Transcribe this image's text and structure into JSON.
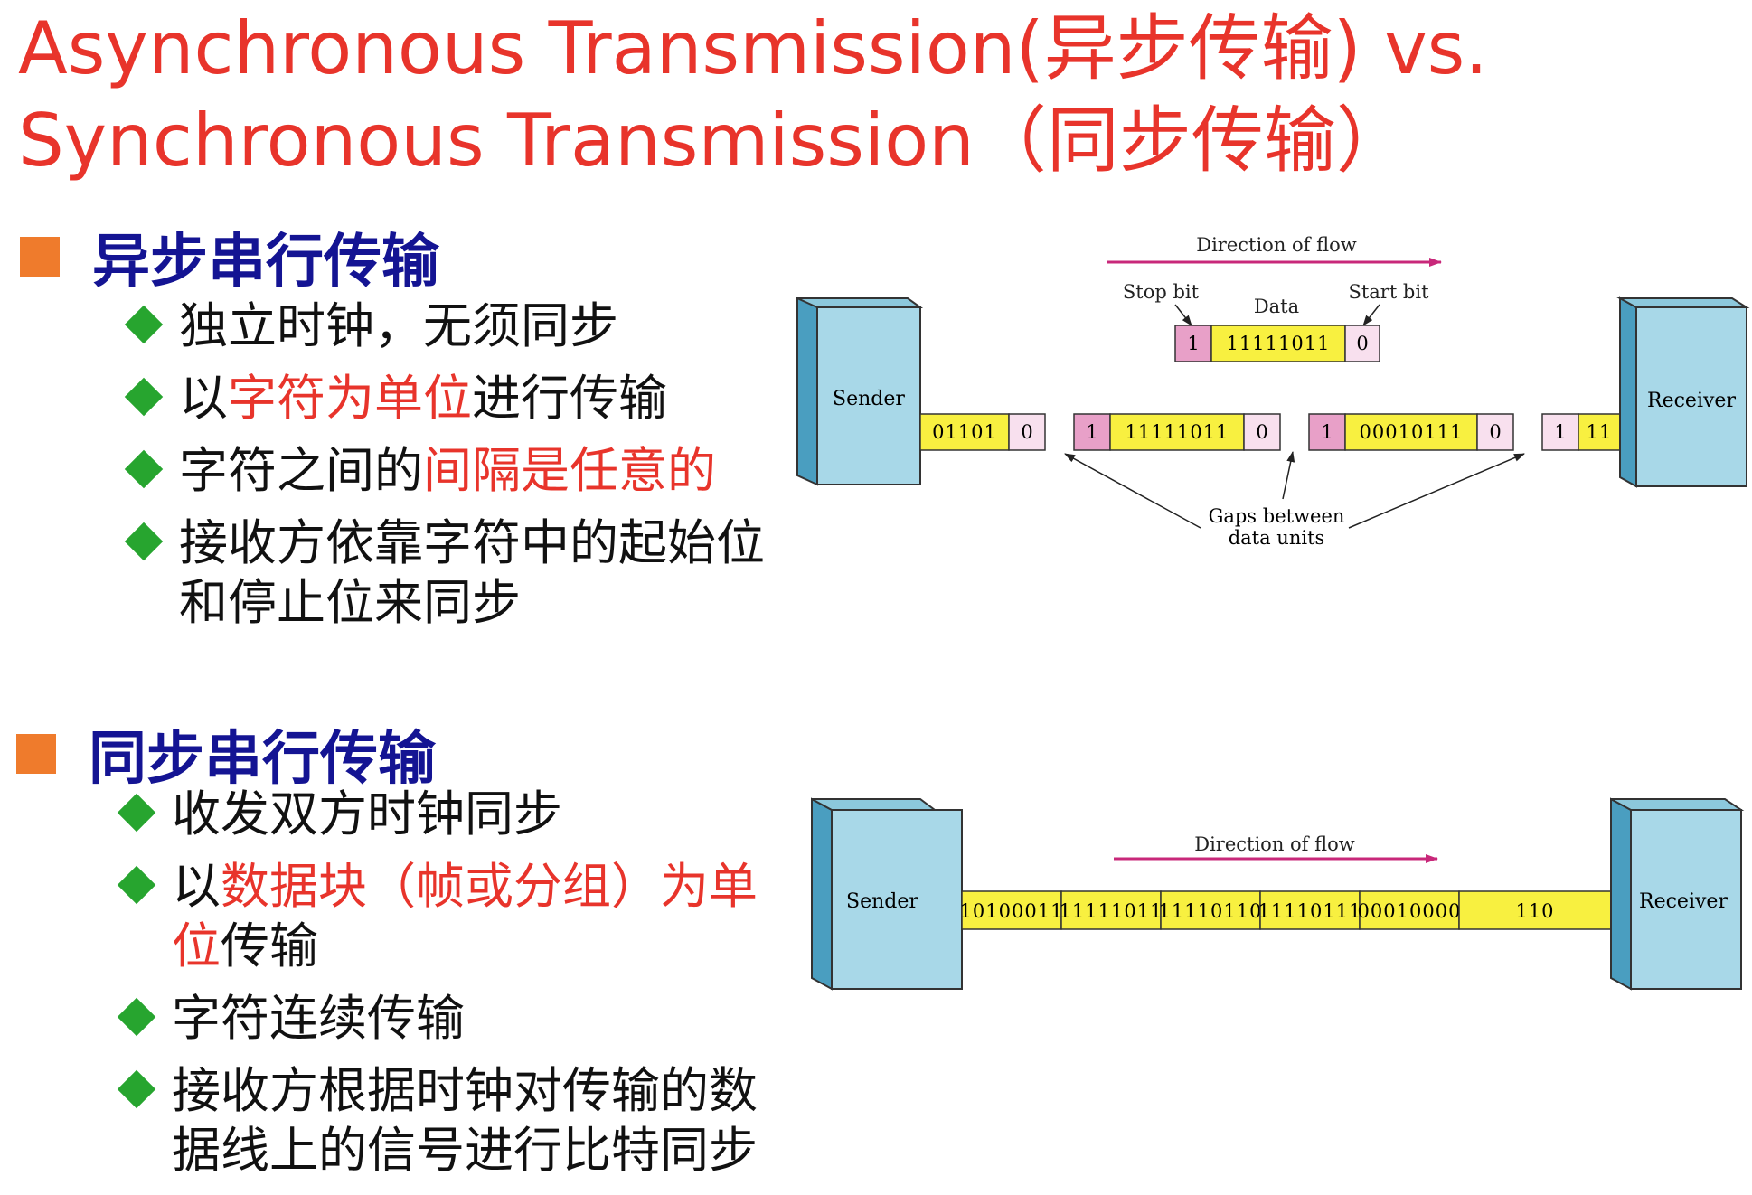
{
  "title": {
    "line1": "Asynchronous Transmission(异步传输) vs.",
    "line2": "Synchronous Transmission（同步传输）"
  },
  "async": {
    "heading": "异步串行传输",
    "bullets": [
      {
        "parts": [
          {
            "t": "独立时钟，无须同步",
            "hl": false
          }
        ]
      },
      {
        "parts": [
          {
            "t": "以",
            "hl": false
          },
          {
            "t": "字符为单位",
            "hl": true
          },
          {
            "t": "进行传输",
            "hl": false
          }
        ]
      },
      {
        "parts": [
          {
            "t": "字符之间的",
            "hl": false
          },
          {
            "t": "间隔是任意的",
            "hl": true
          }
        ]
      },
      {
        "parts": [
          {
            "t": "接收方依靠字符中的起始位和停止位来同步",
            "hl": false
          }
        ]
      }
    ],
    "diagram": {
      "direction_label": "Direction of flow",
      "stop_bit_label": "Stop bit",
      "start_bit_label": "Start bit",
      "data_label": "Data",
      "sender_label": "Sender",
      "receiver_label": "Receiver",
      "detail_frame": {
        "stop": "1",
        "data": "11111011",
        "start": "0"
      },
      "sender_frame": {
        "data": "01101",
        "start": "0"
      },
      "frame_a": {
        "stop": "1",
        "data": "11111011",
        "start": "0"
      },
      "frame_b": {
        "stop": "1",
        "data": "00010111",
        "start": "0"
      },
      "receiver_frame": {
        "stop": "1",
        "data": "11"
      },
      "gaps_label_line1": "Gaps between",
      "gaps_label_line2": "data units"
    }
  },
  "sync": {
    "heading": "同步串行传输",
    "bullets": [
      {
        "parts": [
          {
            "t": "收发双方时钟同步",
            "hl": false
          }
        ]
      },
      {
        "parts": [
          {
            "t": "以",
            "hl": false
          },
          {
            "t": "数据块（帧或分组）为单位",
            "hl": true
          },
          {
            "t": "传输",
            "hl": false
          }
        ]
      },
      {
        "parts": [
          {
            "t": "字符连续传输",
            "hl": false
          }
        ]
      },
      {
        "parts": [
          {
            "t": "接收方根据时钟对传输的数据线上的信号进行比特同步",
            "hl": false
          }
        ]
      }
    ],
    "diagram": {
      "direction_label": "Direction of flow",
      "sender_label": "Sender",
      "receiver_label": "Receiver",
      "stream": [
        "10100011",
        "11111011",
        "11110110",
        "11110111",
        "00010000",
        "110"
      ]
    }
  },
  "colors": {
    "title": "#e8342b",
    "heading": "#141493",
    "bullet_square": "#ef7b2c",
    "diamond": "#27a52f",
    "highlight": "#e8342b",
    "box_front": "#a8d8e8",
    "box_side": "#4a9ec0",
    "bit_pink": "#e8a0c8",
    "bit_pale": "#f8e0ee",
    "data_yellow": "#f8f040",
    "arrow": "#c8287a"
  }
}
